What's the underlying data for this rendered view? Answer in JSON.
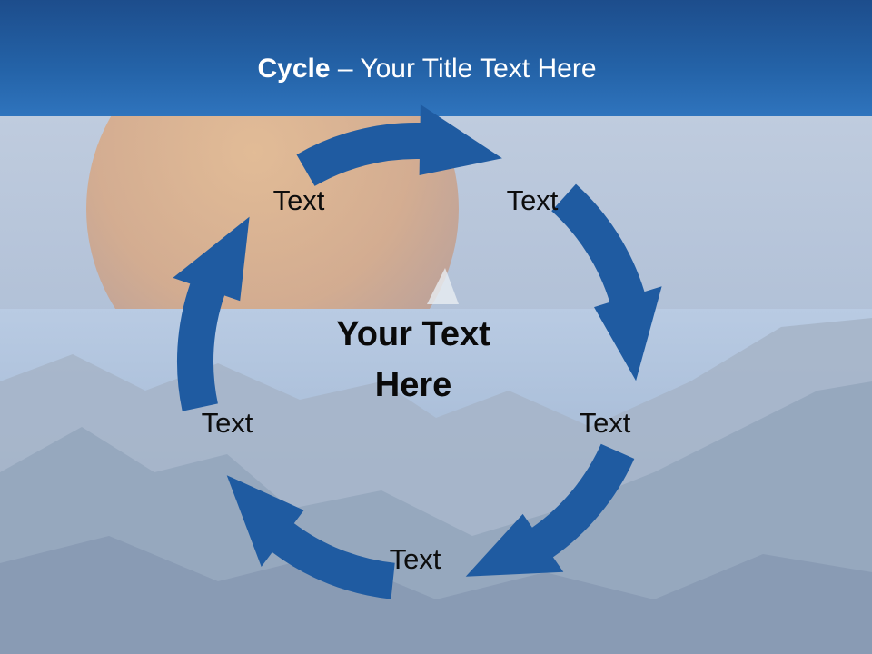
{
  "title": {
    "bold": "Cycle",
    "rest": " – Your Title Text Here"
  },
  "center_text": "Your Text Here",
  "labels": [
    "Text",
    "Text",
    "Text",
    "Text",
    "Text"
  ],
  "colors": {
    "arrow": "#1f5ba1",
    "header": "#2463a8",
    "sky": "#9fb4cf"
  }
}
